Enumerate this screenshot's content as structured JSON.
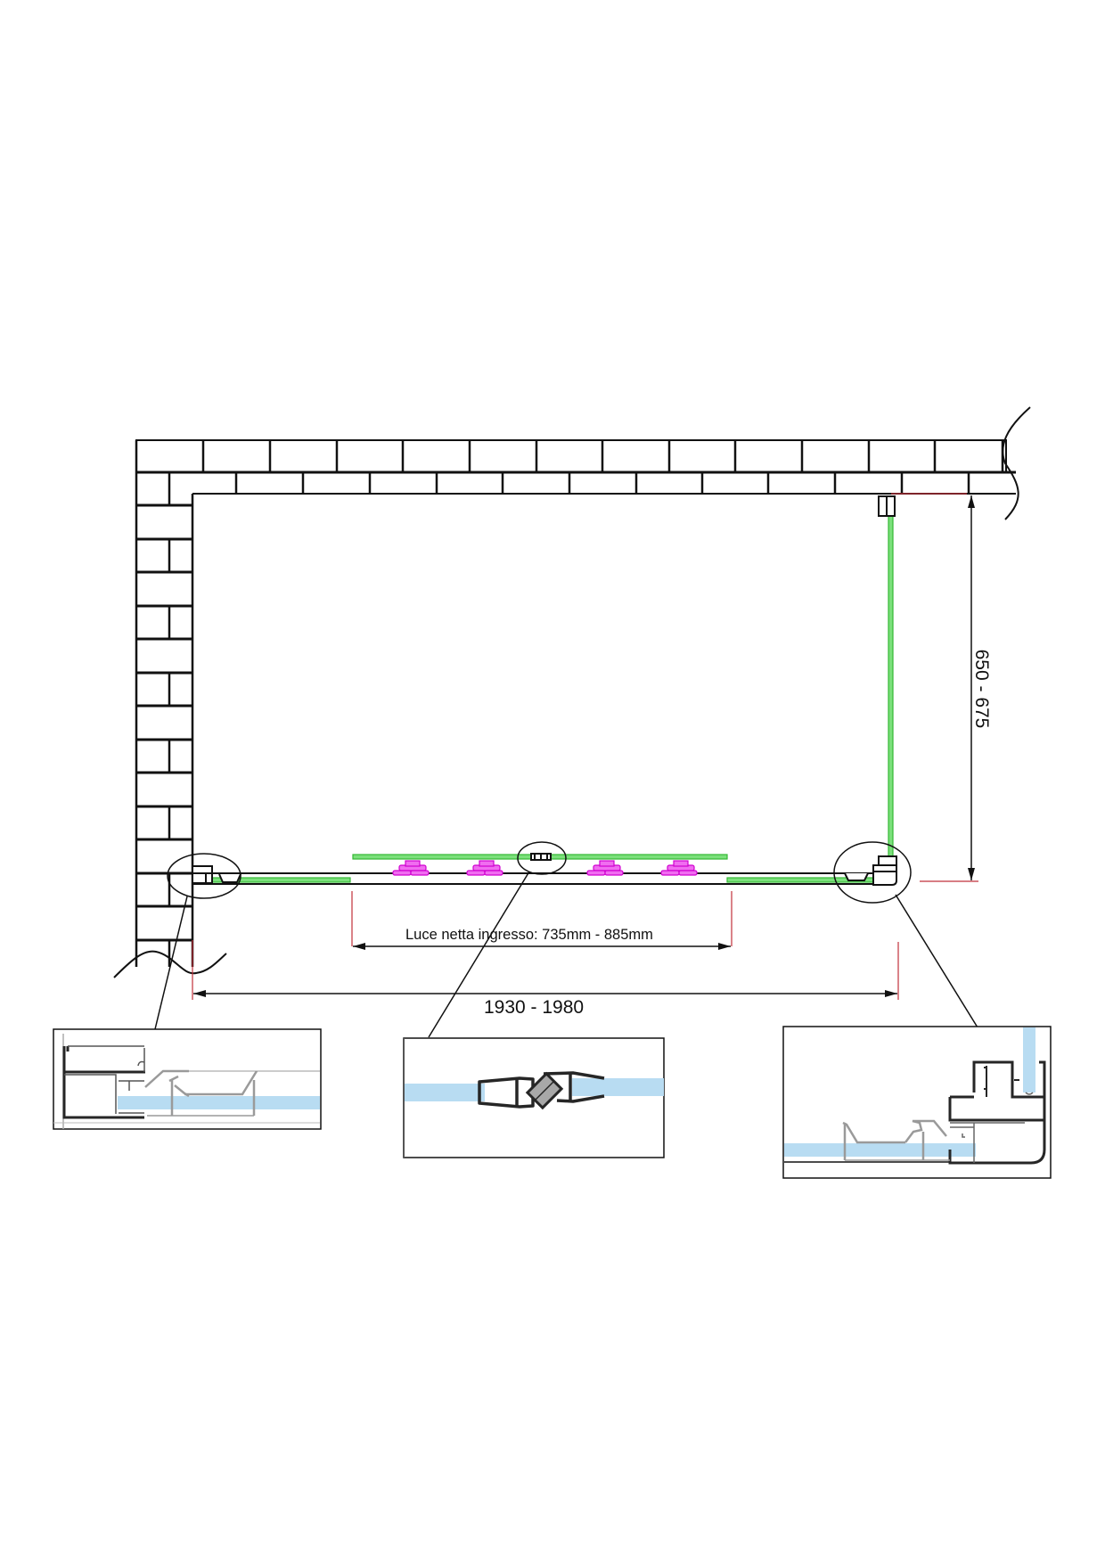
{
  "diagram": {
    "type": "shower-enclosure-floor-plan",
    "colors": {
      "line": "#111111",
      "glass": "#52d652",
      "roller": "#e020e0",
      "dimension_ext": "#c0303a",
      "glass_detail": "#b8dcf2",
      "profile_gray": "#9a9a9a",
      "profile_dark": "#262626",
      "magnet_gray": "#a8a8a8"
    },
    "dimensions": {
      "width": "1930 - 1980",
      "depth": "650 - 675",
      "entrance_opening": "Luce netta ingresso: 735mm - 885mm"
    },
    "walls": {
      "back_wall": "brick wall along top",
      "side_wall": "brick wall along left"
    },
    "callouts": [
      {
        "id": "left-wall-profile",
        "label": "Left wall profile detail"
      },
      {
        "id": "magnetic-seal",
        "label": "Central magnetic seal detail"
      },
      {
        "id": "corner-profile",
        "label": "Right corner profile detail"
      }
    ]
  }
}
